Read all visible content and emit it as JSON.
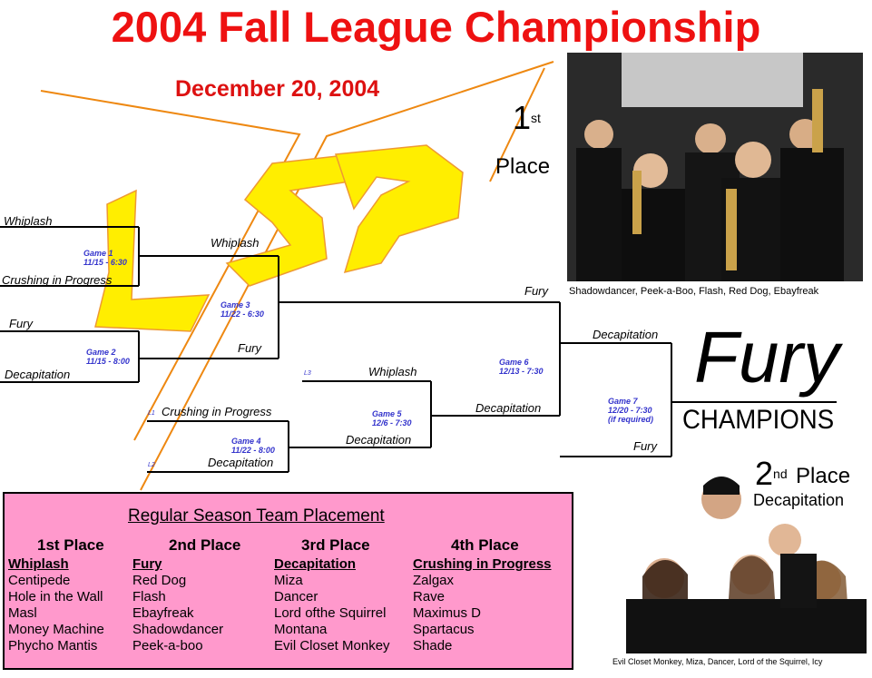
{
  "title": "2004 Fall League Championship",
  "date": "December 20, 2004",
  "first_place": {
    "number": "1",
    "suffix": "st",
    "word": "Place",
    "caption": "Shadowdancer, Peek-a-Boo, Flash, Red Dog, Ebayfreak"
  },
  "champion": {
    "team": "Fury",
    "label": "CHAMPIONS"
  },
  "second_place": {
    "number": "2",
    "suffix": "nd",
    "word": "Place",
    "team": "Decapitation",
    "caption": "Evil Closet Monkey, Miza, Dancer, Lord of the Squirrel, Icy"
  },
  "logo_text": "LSP",
  "bracket": {
    "teams": {
      "t1": "Whiplash",
      "t2": "Crushing in Progress",
      "t3": "Fury",
      "t4": "Decapitation",
      "g1w": "Whiplash",
      "g2w": "Fury",
      "g3w": "Fury",
      "l3": "Whiplash",
      "l1": "Crushing in Progress",
      "l2": "Decapitation",
      "g4w": "Decapitation",
      "g5w": "Decapitation",
      "g6w": "Decapitation",
      "g7f": "Fury"
    },
    "games": {
      "g1": {
        "name": "Game 1",
        "time": "11/15 - 6:30"
      },
      "g2": {
        "name": "Game 2",
        "time": "11/15 - 8:00"
      },
      "g3": {
        "name": "Game 3",
        "time": "11/22 - 6:30"
      },
      "g4": {
        "name": "Game 4",
        "time": "11/22 - 8:00"
      },
      "g5": {
        "name": "Game 5",
        "time": "12/6 - 7:30"
      },
      "g6": {
        "name": "Game 6",
        "time": "12/13 - 7:30"
      },
      "g7": {
        "name": "Game 7",
        "time": "12/20 - 7:30",
        "note": "(if required)"
      }
    },
    "loser_tags": {
      "l1": "L1",
      "l2": "L2",
      "l3": "L3"
    }
  },
  "season": {
    "title": "Regular Season Team Placement",
    "columns": [
      {
        "place": "1st Place",
        "team": "Whiplash",
        "players": [
          "Centipede",
          "Hole in the Wall",
          "Masl",
          "Money Machine",
          "Phycho Mantis"
        ]
      },
      {
        "place": "2nd Place",
        "team": "Fury",
        "players": [
          "Red Dog",
          "Flash",
          "Ebayfreak",
          "Shadowdancer",
          "Peek-a-boo"
        ]
      },
      {
        "place": "3rd Place",
        "team": "Decapitation",
        "players": [
          "Miza",
          "Dancer",
          "Lord ofthe Squirrel",
          "Montana",
          "Evil Closet Monkey"
        ]
      },
      {
        "place": "4th Place",
        "team": "Crushing in Progress",
        "players": [
          "Zalgax",
          "Rave",
          "Maximus D",
          "Spartacus",
          "Shade"
        ]
      }
    ]
  },
  "colors": {
    "title": "#ee1111",
    "game_labels": "#3333cc",
    "season_box": "#ff99cc",
    "logo_fill": "#ffee00",
    "logo_stroke": "#ee8811"
  }
}
